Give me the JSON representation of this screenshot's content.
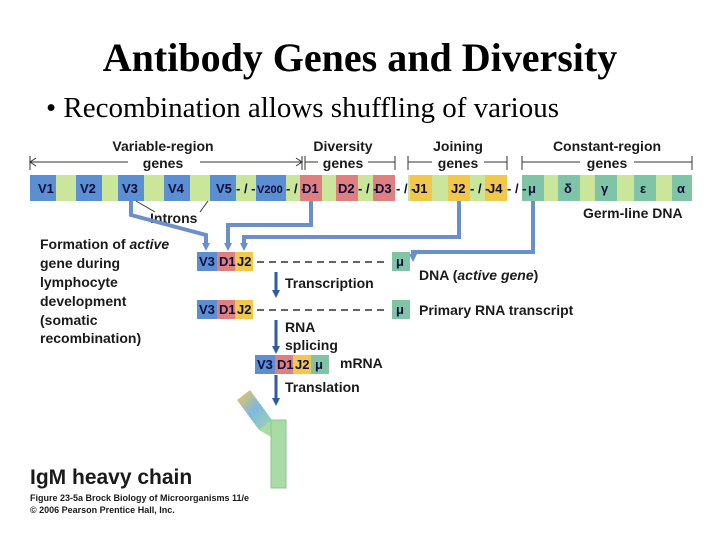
{
  "title": "Antibody Genes and Diversity",
  "bullet": "• Recombination allows shuffling of various",
  "regions": {
    "variable": [
      "Variable-region",
      "genes"
    ],
    "diversity": [
      "Diversity",
      "genes"
    ],
    "joining": [
      "Joining",
      "genes"
    ],
    "constant": [
      "Constant-region",
      "genes"
    ]
  },
  "germline_segments": {
    "v": [
      "V1",
      "V2",
      "V3",
      "V4",
      "V5",
      "V200"
    ],
    "d": [
      "D1",
      "D2",
      "D3"
    ],
    "j": [
      "J1",
      "J2",
      "J4"
    ],
    "c": [
      "μ",
      "δ",
      "γ",
      "ε",
      "α"
    ],
    "separator": "- / -"
  },
  "labels": {
    "introns": "Introns",
    "germline_dna": "Germ-line DNA",
    "formation": [
      "Formation of",
      "active",
      "gene during",
      "lymphocyte",
      "development",
      "(somatic",
      "recombination)"
    ],
    "dna_active": [
      "DNA (",
      "active gene",
      ")"
    ],
    "transcription": "Transcription",
    "primary_rna": "Primary RNA transcript",
    "rna_splicing": [
      "RNA",
      "splicing"
    ],
    "mrna": "mRNA",
    "translation": "Translation",
    "igm": "IgM heavy chain",
    "caption": [
      "Figure 23-5a Brock Biology of Microorganisms 11/e",
      "© 2006 Pearson Prentice Hall, Inc."
    ]
  },
  "colors": {
    "v_segment": "#5b8fd4",
    "d_segment": "#e07f7f",
    "j_segment": "#f2c84b",
    "c_segment": "#7fc4a6",
    "spacer": "#c9e69a",
    "arrow": "#6b8fcc"
  }
}
